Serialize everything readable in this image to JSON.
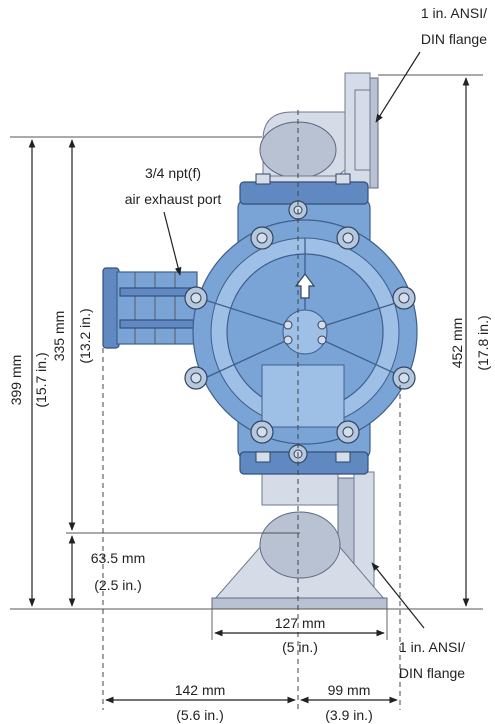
{
  "labels": {
    "top_flange_line1": "1 in. ANSI/",
    "top_flange_line2": "DIN flange",
    "exhaust_line1": "3/4 npt(f)",
    "exhaust_line2": "air exhaust port",
    "bottom_flange_line1": "1 in. ANSI/",
    "bottom_flange_line2": "DIN flange"
  },
  "dimensions": {
    "d399_mm": "399 mm",
    "d399_in": "(15.7 in.)",
    "d335_mm": "335 mm",
    "d335_in": "(13.2 in.)",
    "d635_mm": "63.5 mm",
    "d635_in": "(2.5 in.)",
    "d452_mm": "452 mm",
    "d452_in": "(17.8 in.)",
    "d127_mm": "127 mm",
    "d127_in": "(5 in.)",
    "d142_mm": "142 mm",
    "d142_in": "(5.6 in.)",
    "d99_mm": "99 mm",
    "d99_in": "(3.9 in.)"
  },
  "colors": {
    "pump_body": "#7aa3d6",
    "manifold": "#d5dbe7"
  }
}
